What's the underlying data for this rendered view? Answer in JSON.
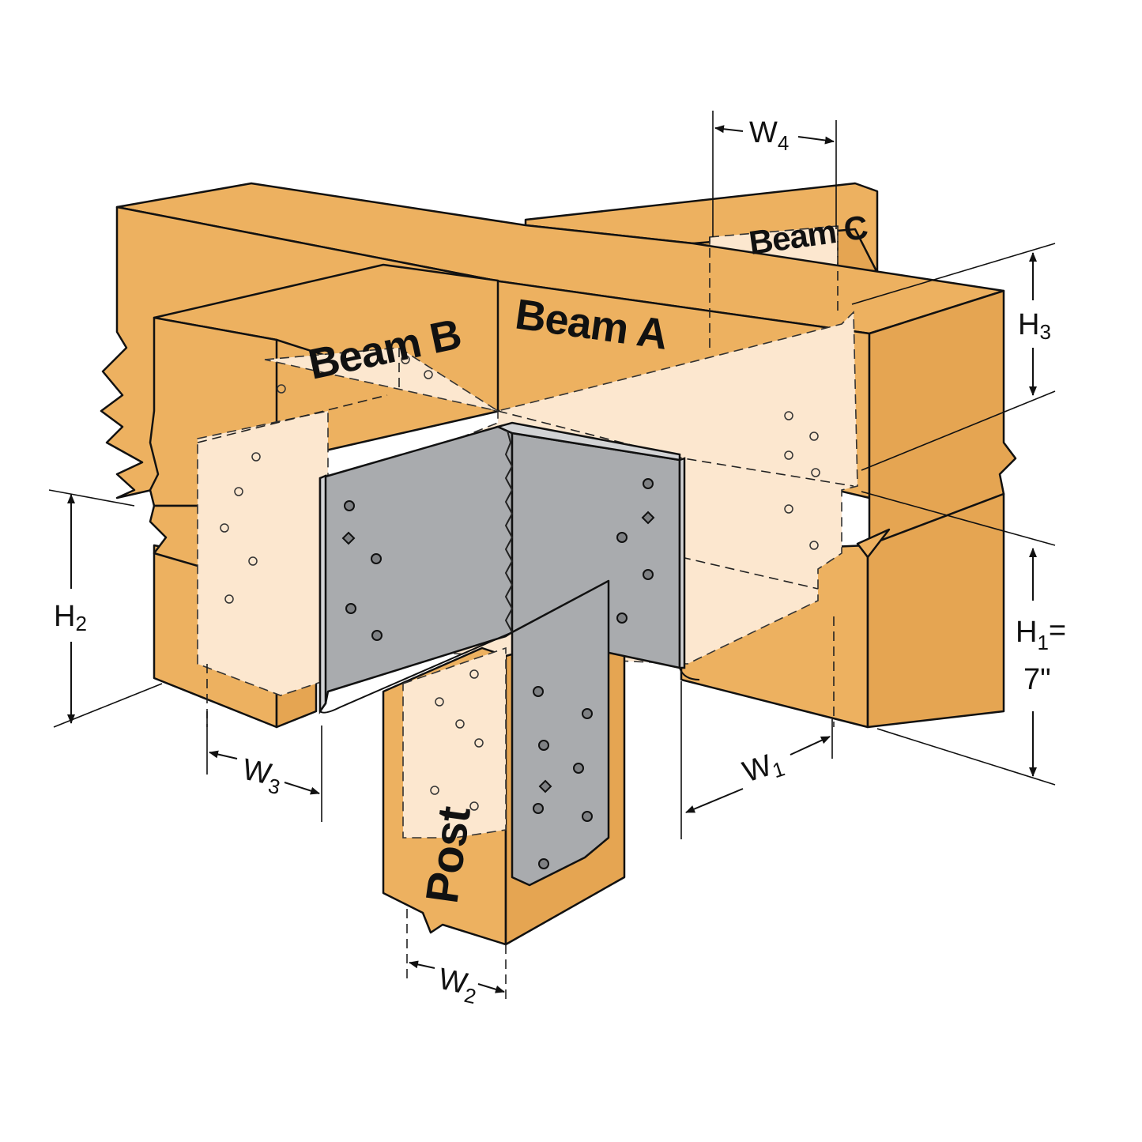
{
  "diagram": {
    "labels": {
      "beam_a": "Beam A",
      "beam_b": "Beam B",
      "beam_c": "Beam C",
      "post": "Post"
    },
    "dimensions": {
      "w1": {
        "main": "W",
        "sub": "1"
      },
      "w2": {
        "main": "W",
        "sub": "2"
      },
      "w3": {
        "main": "W",
        "sub": "3"
      },
      "w4": {
        "main": "W",
        "sub": "4"
      },
      "h1": {
        "main": "H",
        "sub": "1",
        "suffix": "=",
        "value": "7\""
      },
      "h2": {
        "main": "H",
        "sub": "2"
      },
      "h3": {
        "main": "H",
        "sub": "3"
      }
    },
    "colors": {
      "wood": "#EDB160",
      "wood_shadow": "#E5A552",
      "ghost": "#FCE7CF",
      "steel": "#A9ABAE",
      "outline": "#111111"
    }
  }
}
